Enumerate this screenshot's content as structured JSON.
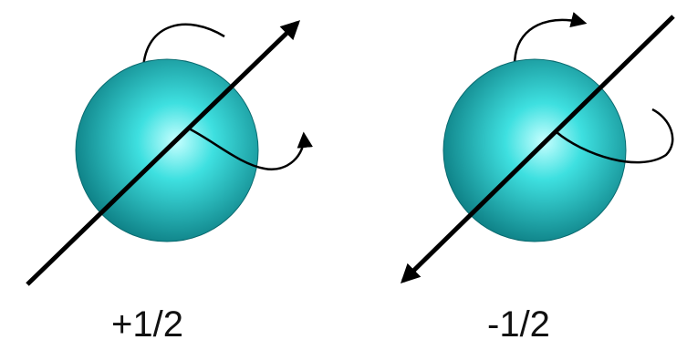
{
  "colors": {
    "sphere_light": "#b8ffff",
    "sphere_mid": "#2fd0d0",
    "sphere_dark": "#0b7a80",
    "ink": "#000000"
  },
  "particles": [
    {
      "id": "spin-up",
      "label": "+1/2",
      "axis_arrow_direction": "up-right",
      "rotation": "counter-clockwise"
    },
    {
      "id": "spin-down",
      "label": "-1/2",
      "axis_arrow_direction": "down-left",
      "rotation": "clockwise"
    }
  ]
}
